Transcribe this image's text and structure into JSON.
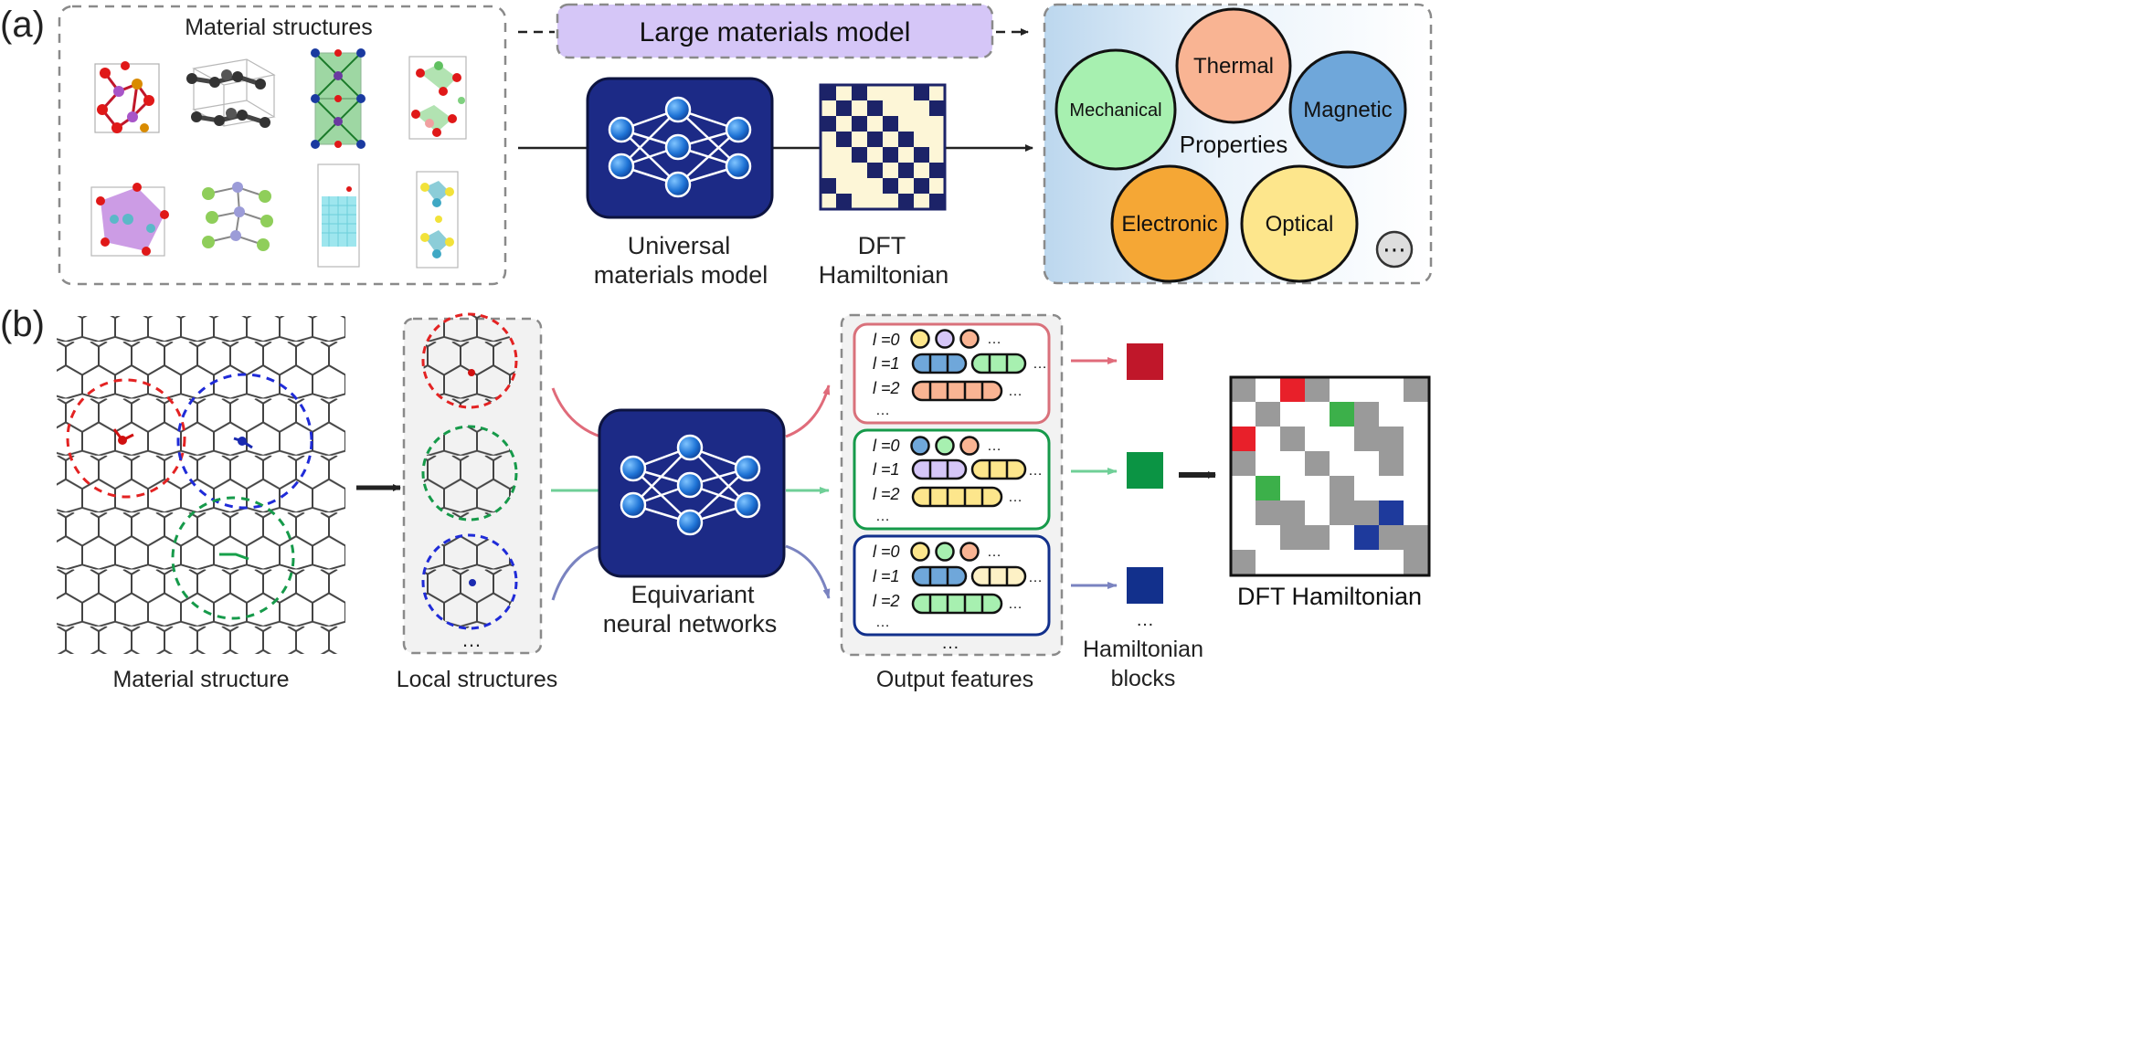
{
  "panel_a": {
    "label": "(a)",
    "structures_title": "Material structures",
    "large_model_label": "Large materials model",
    "universal_model_line1": "Universal",
    "universal_model_line2": "materials model",
    "dft_line1": "DFT",
    "dft_line2": "Hamiltonian",
    "properties": {
      "title": "Properties",
      "items": [
        "Mechanical",
        "Thermal",
        "Magnetic",
        "Electronic",
        "Optical"
      ],
      "more": "⋯"
    }
  },
  "panel_b": {
    "label": "(b)",
    "material_structure_caption": "Material structure",
    "local_structures_caption": "Local structures",
    "equivariant_line1": "Equivariant",
    "equivariant_line2": "neural networks",
    "output_features_caption": "Output features",
    "blocks_line1": "Hamiltonian",
    "blocks_line2": "blocks",
    "dft_caption": "DFT Hamiltonian",
    "ellipsis": "…",
    "l_labels": [
      "l =0",
      "l =1",
      "l =2"
    ]
  },
  "colors": {
    "navy": "#1c2a86",
    "lavender": "#d5c6f7",
    "red": "#c0172a",
    "green": "#0b9444",
    "blue": "#12308c",
    "mech": "#a7f0b0",
    "thermal": "#f9b493",
    "magnetic": "#6fa7da",
    "electronic": "#f5a735",
    "optical": "#fde68c"
  }
}
